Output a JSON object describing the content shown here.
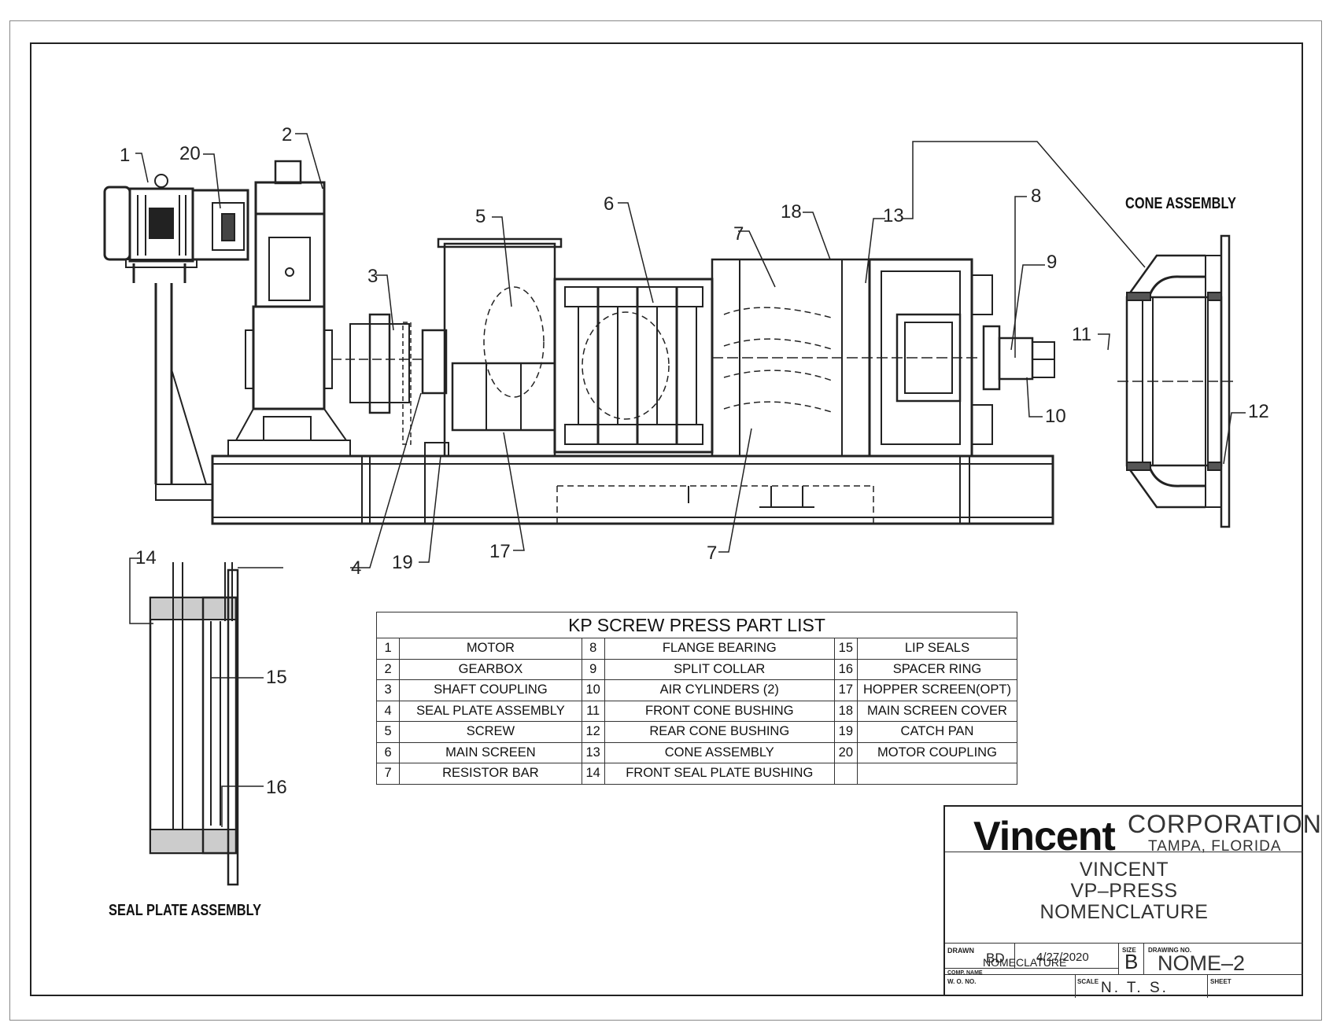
{
  "callouts": [
    {
      "id": "c1",
      "text": "1"
    },
    {
      "id": "c20",
      "text": "20"
    },
    {
      "id": "c2",
      "text": "2"
    },
    {
      "id": "c3",
      "text": "3"
    },
    {
      "id": "c5",
      "text": "5"
    },
    {
      "id": "c6",
      "text": "6"
    },
    {
      "id": "c7a",
      "text": "7"
    },
    {
      "id": "c18",
      "text": "18"
    },
    {
      "id": "c13",
      "text": "13"
    },
    {
      "id": "c8",
      "text": "8"
    },
    {
      "id": "c9",
      "text": "9"
    },
    {
      "id": "c10",
      "text": "10"
    },
    {
      "id": "c11",
      "text": "11"
    },
    {
      "id": "c12",
      "text": "12"
    },
    {
      "id": "c14",
      "text": "14"
    },
    {
      "id": "c4",
      "text": "4"
    },
    {
      "id": "c19",
      "text": "19"
    },
    {
      "id": "c17",
      "text": "17"
    },
    {
      "id": "c7b",
      "text": "7"
    },
    {
      "id": "c15",
      "text": "15"
    },
    {
      "id": "c16",
      "text": "16"
    }
  ],
  "captions": {
    "cone_assembly": "CONE  ASSEMBLY",
    "seal_plate_assembly": "SEAL  PLATE  ASSEMBLY"
  },
  "parts_list": {
    "title": "KP SCREW PRESS PART LIST",
    "rows": [
      [
        {
          "n": "1",
          "name": "MOTOR"
        },
        {
          "n": "8",
          "name": "FLANGE BEARING"
        },
        {
          "n": "15",
          "name": "LIP SEALS"
        }
      ],
      [
        {
          "n": "2",
          "name": "GEARBOX"
        },
        {
          "n": "9",
          "name": "SPLIT COLLAR"
        },
        {
          "n": "16",
          "name": "SPACER RING"
        }
      ],
      [
        {
          "n": "3",
          "name": "SHAFT COUPLING"
        },
        {
          "n": "10",
          "name": "AIR CYLINDERS (2)"
        },
        {
          "n": "17",
          "name": "HOPPER SCREEN(OPT)"
        }
      ],
      [
        {
          "n": "4",
          "name": "SEAL PLATE ASSEMBLY"
        },
        {
          "n": "11",
          "name": "FRONT CONE BUSHING"
        },
        {
          "n": "18",
          "name": "MAIN SCREEN COVER"
        }
      ],
      [
        {
          "n": "5",
          "name": "SCREW"
        },
        {
          "n": "12",
          "name": "REAR CONE BUSHING"
        },
        {
          "n": "19",
          "name": "CATCH PAN"
        }
      ],
      [
        {
          "n": "6",
          "name": "MAIN SCREEN"
        },
        {
          "n": "13",
          "name": "CONE ASSEMBLY"
        },
        {
          "n": "20",
          "name": "MOTOR COUPLING"
        }
      ],
      [
        {
          "n": "7",
          "name": "RESISTOR BAR"
        },
        {
          "n": "14",
          "name": "FRONT SEAL PLATE BUSHING"
        },
        {
          "n": "",
          "name": ""
        }
      ]
    ]
  },
  "title_block": {
    "company": "Vincent",
    "corporation": "CORPORATION",
    "city": "TAMPA,  FLORIDA",
    "title_lines": [
      "VINCENT",
      "VP–PRESS",
      "NOMENCLATURE"
    ],
    "drawn_label": "DRAWN",
    "drawn_value": "BD",
    "date": "4/27/2020",
    "size_label": "SIZE",
    "size_value": "B",
    "drawing_no_label": "DRAWING NO.",
    "drawing_no_value": "NOME–2",
    "comp_name_label": "COMP. NAME",
    "comp_name_value": "NOMECLATURE",
    "wo_label": "W. O. NO.",
    "scale_label": "SCALE",
    "scale_value": "N. T. S.",
    "sheet_label": "SHEET"
  }
}
